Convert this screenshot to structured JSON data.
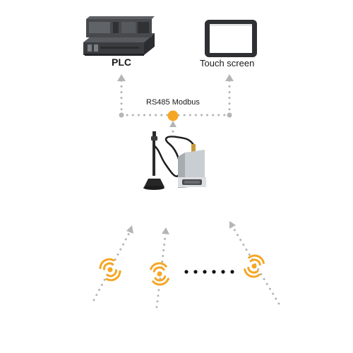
{
  "nodes": {
    "plc": {
      "label": "PLC"
    },
    "touch_screen": {
      "label": "Touch screen"
    },
    "bus": {
      "label": "RS485 Modbus"
    }
  },
  "colors": {
    "dots": "#b5b5b5",
    "bus_point": "#f5a623",
    "signal": "#f5a623",
    "device_dark": "#3c3e42",
    "module_body": "#c9ced3"
  },
  "icons": [
    "plc-device-icon",
    "touch-screen-icon",
    "wireless-module-icon",
    "antenna-icon",
    "wireless-signal-icon",
    "ellipsis-icon"
  ]
}
